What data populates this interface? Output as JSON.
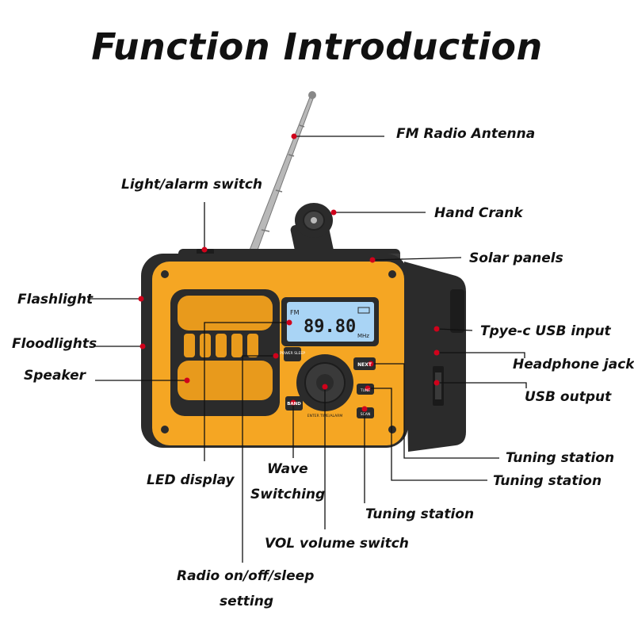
{
  "title": "Function Introduction",
  "colors": {
    "body_orange": "#f5a623",
    "frame_dark": "#2b2b2b",
    "lcd_blue": "#a9d4f5",
    "marker_red": "#d0021b",
    "leader_line": "#111111"
  },
  "display": {
    "band": "FM",
    "frequency": "89.80",
    "unit": "MHz"
  },
  "buttons": {
    "power": "POWER SLEEP",
    "next": "NEXT",
    "band": "BAND",
    "tune": "TUNE",
    "scan": "SCAN",
    "enter": "ENTER TIME/ALARM"
  },
  "labels": {
    "fm_antenna": "FM Radio Antenna",
    "light_alarm": "Light/alarm switch",
    "hand_crank": "Hand Crank",
    "solar_panels": "Solar panels",
    "flashlight": "Flashlight",
    "floodlights": "Floodlights",
    "speaker": "Speaker",
    "usb_c_input": "Tpye-c USB input",
    "headphone_jack": "Headphone jack",
    "usb_output": "USB output",
    "tuning_1": "Tuning station",
    "tuning_2": "Tuning station",
    "tuning_3": "Tuning station",
    "led_display": "LED display",
    "wave_1": "Wave",
    "wave_2": "Switching",
    "vol": "VOL volume switch",
    "radio_1": "Radio on/off/sleep",
    "radio_2": "setting"
  }
}
